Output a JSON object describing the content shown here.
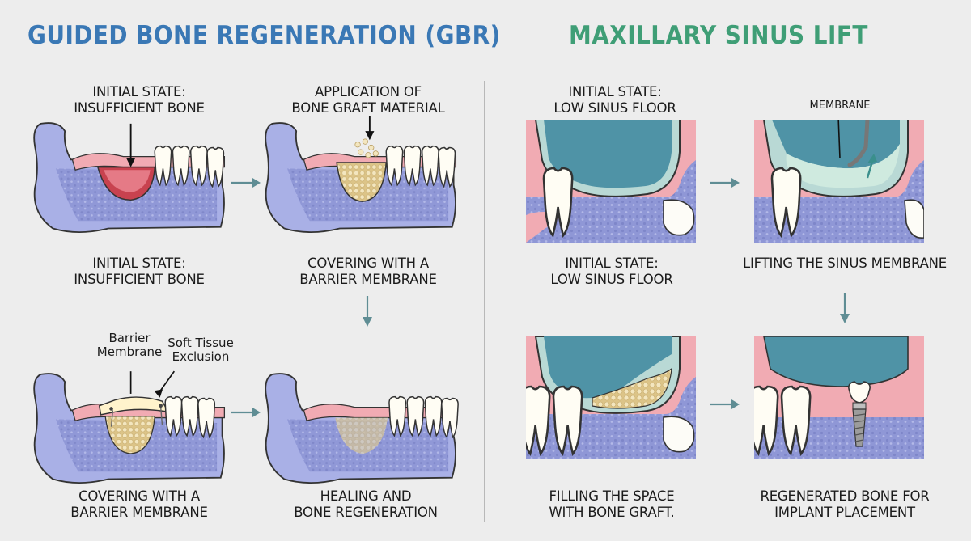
{
  "gbr": {
    "title": "GUIDED BONE REGENERATION (GBR)",
    "step1": {
      "top_caption": [
        "INITIAL STATE:",
        "INSUFFICIENT BONE"
      ],
      "bottom_caption": [
        "INITIAL STATE:",
        "INSUFFICIENT BONE"
      ]
    },
    "step2": {
      "top_caption": [
        "APPLICATION OF",
        "BONE GRAFT MATERIAL"
      ],
      "bottom_caption": [
        "COVERING WITH A",
        "BARRIER MEMBRANE"
      ]
    },
    "step3": {
      "labels": {
        "barrier_membrane": [
          "Barrier",
          "Membrane"
        ],
        "soft_tissue_exclusion": [
          "Soft Tissue",
          "Exclusion"
        ]
      },
      "bottom_caption": [
        "COVERING WITH A",
        "BARRIER MEMBRANE"
      ]
    },
    "step4": {
      "bottom_caption": [
        "HEALING AND",
        "BONE REGENERATION"
      ]
    }
  },
  "sinus": {
    "title": "MAXILLARY SINUS LIFT",
    "step1": {
      "top_caption": [
        "INITIAL STATE:",
        "LOW SINUS FLOOR"
      ],
      "bottom_caption": [
        "INITIAL STATE:",
        "LOW SINUS FLOOR"
      ]
    },
    "step2": {
      "label": "MEMBRANE",
      "bottom_caption": [
        "LIFTING THE SINUS MEMBRANE"
      ]
    },
    "step3": {
      "bottom_caption": [
        "FILLING THE SPACE",
        "WITH BONE GRAFT."
      ]
    },
    "step4": {
      "bottom_caption": [
        "REGENERATED BONE FOR",
        "IMPLANT PLACEMENT"
      ]
    }
  },
  "colors": {
    "gbr_title": "#3a78b5",
    "sinus_title": "#3f9e76",
    "bone": "#9ea6df",
    "gum": "#f0a8b0",
    "sinus": "#7fbfb0",
    "graft": "#e8d6a0",
    "arrow": "#5f8d94"
  }
}
